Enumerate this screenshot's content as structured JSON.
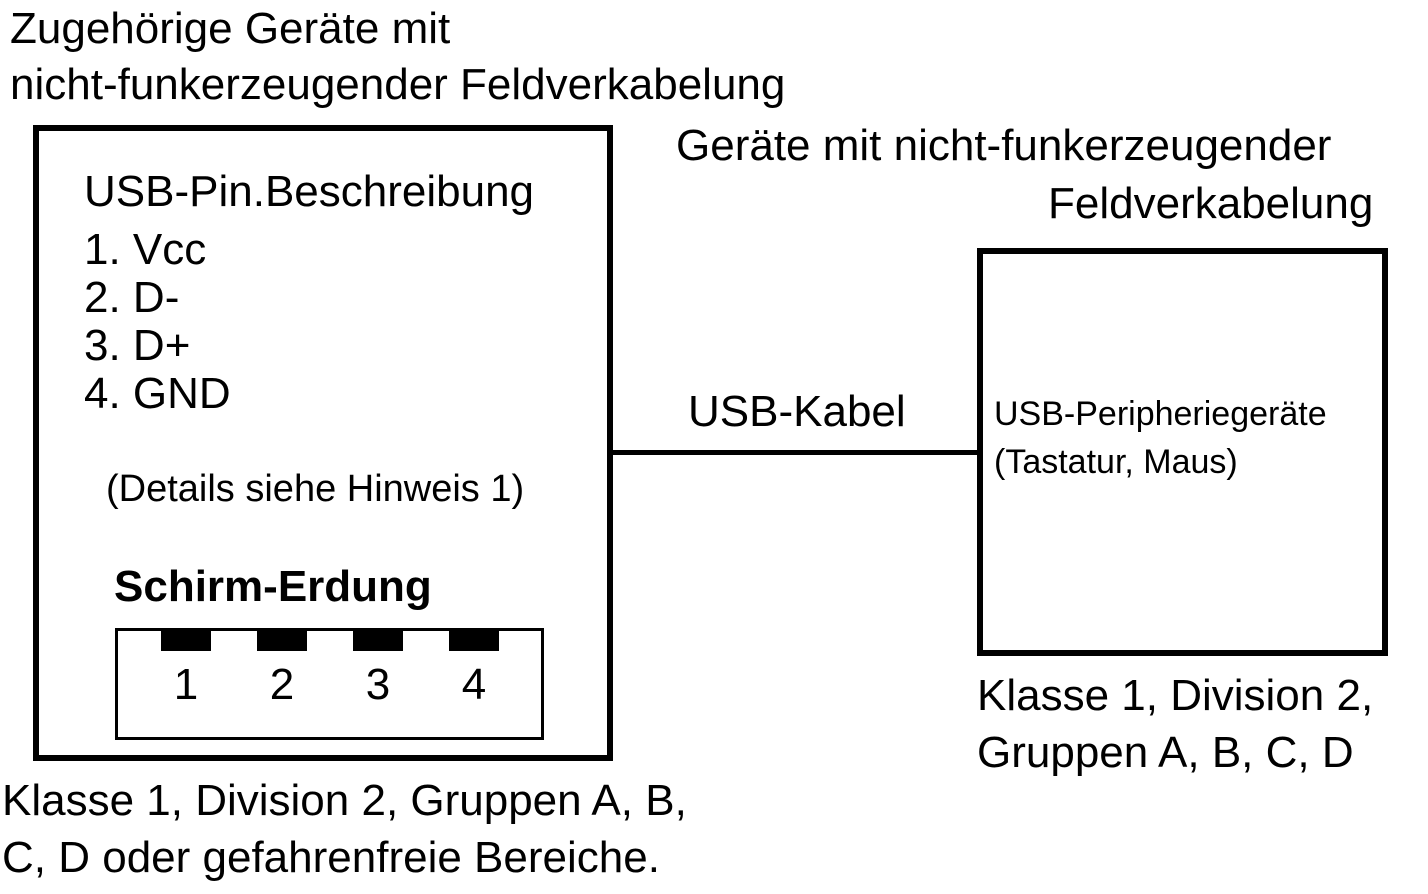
{
  "associated": {
    "title_line1": "Zugehörige Geräte mit",
    "title_line2": "nicht-funkerzeugender Feldverkabelung",
    "pin_heading": "USB-Pin.Beschreibung",
    "pins": [
      "1. Vcc",
      "2. D-",
      "3. D+",
      "4. GND"
    ],
    "details_note": "(Details siehe Hinweis 1)",
    "shield_label": "Schirm-Erdung",
    "connector_pins": [
      "1",
      "2",
      "3",
      "4"
    ],
    "classification_line1": "Klasse 1, Division 2, Gruppen A, B,",
    "classification_line2": "C, D oder gefahrenfreie Bereiche."
  },
  "cable": {
    "label": "USB-Kabel"
  },
  "peripheral": {
    "title_line1": "Geräte mit nicht-funkerzeugender",
    "title_line2": "Feldverkabelung",
    "device_line1": "USB-Peripheriegeräte",
    "device_line2": "(Tastatur, Maus)",
    "classification_line1": "Klasse 1, Division 2,",
    "classification_line2": "Gruppen A, B, C, D"
  },
  "colors": {
    "line": "#000000",
    "background": "#ffffff"
  }
}
